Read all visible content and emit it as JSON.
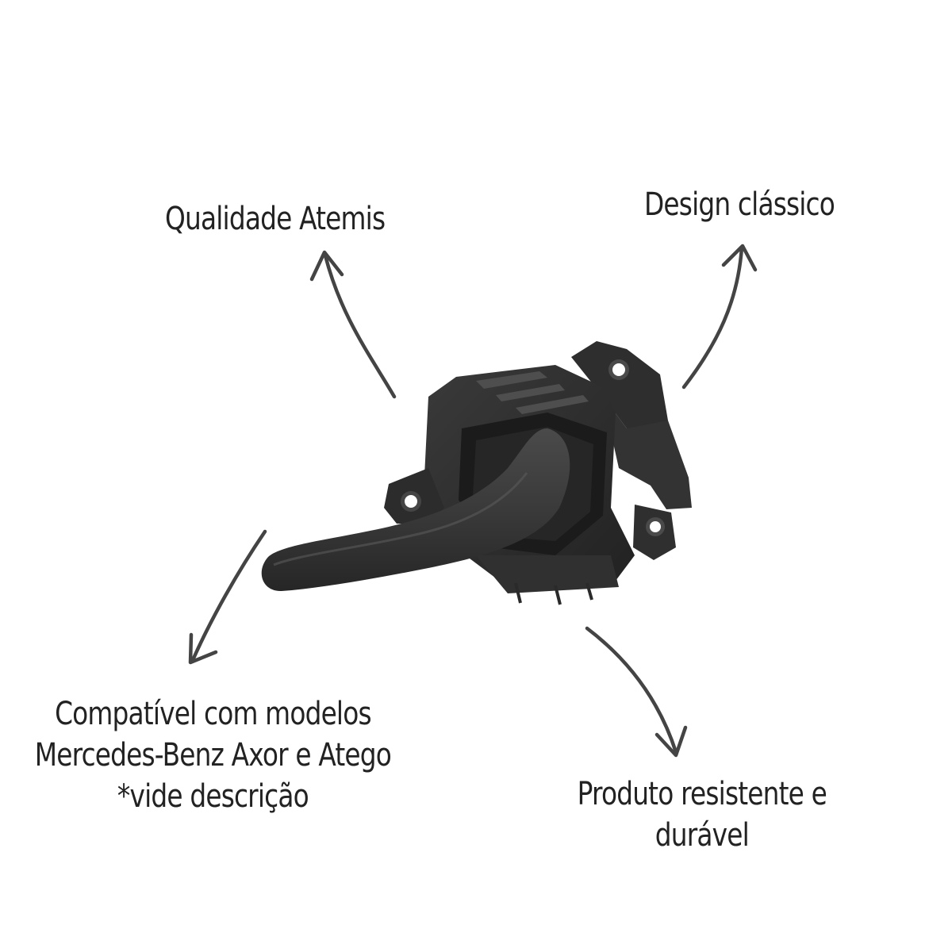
{
  "colors": {
    "background": "#ffffff",
    "text": "#222222",
    "arrow": "#444444",
    "product_dark": "#2b2b2b",
    "product_mid": "#3d3d3d",
    "product_light": "#575757"
  },
  "callouts": {
    "quality": "Qualidade Atemis",
    "design": "Design clássico",
    "compatibility": {
      "line1": "Compatível com modelos",
      "line2": "Mercedes-Benz Axor e Atego",
      "line3": "*vide descrição"
    },
    "durability": {
      "line1": "Produto resistente e",
      "line2": "durável"
    }
  },
  "icons": {
    "product": "door-handle-image",
    "arrow": "hand-drawn-curved-arrow-icon"
  }
}
